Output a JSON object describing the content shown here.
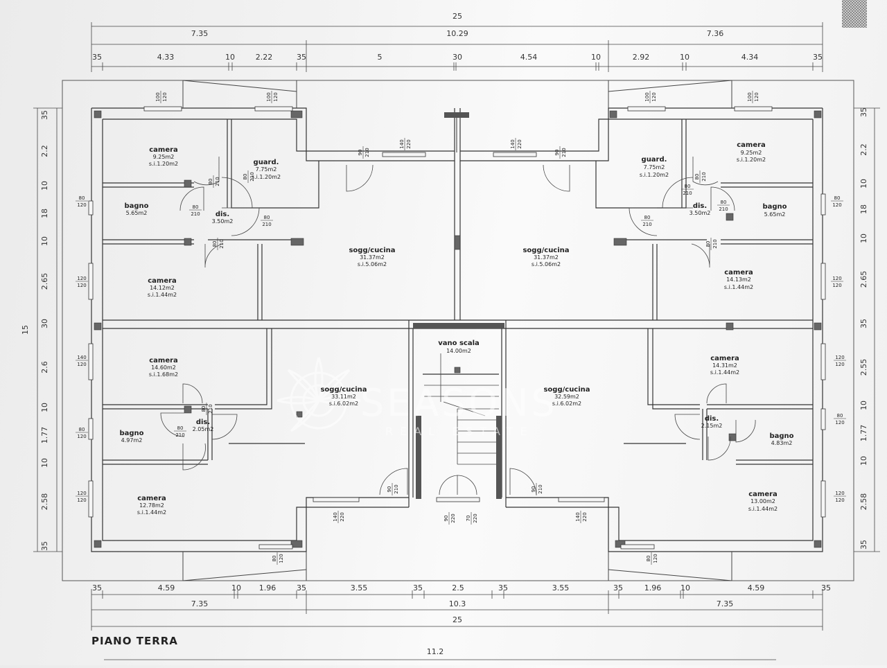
{
  "plan_title": "PIANO TERRA",
  "watermark": {
    "brand": "SEASONS",
    "tagline": "REAL ESTATE"
  },
  "dims_top": {
    "total": "25",
    "row2": [
      "7.35",
      "10.29",
      "7.36"
    ],
    "row3": [
      "35",
      "4.33",
      "10",
      "2.22",
      "35",
      "5",
      "30",
      "4.54",
      "10",
      "2.92",
      "10",
      "4.34",
      "35"
    ]
  },
  "dims_bottom": {
    "row1": [
      "35",
      "4.59",
      "10",
      "1.96",
      "35",
      "3.55",
      "35",
      "2.5",
      "35",
      "3.55",
      "35",
      "1.96",
      "10",
      "4.59",
      "35"
    ],
    "row2": [
      "7.35",
      "10.3",
      "7.35"
    ],
    "total": "25",
    "extra": "11.2"
  },
  "dims_left": {
    "total": "15",
    "segments": [
      "35",
      "2.2",
      "10",
      "18",
      "10",
      "2.65",
      "30",
      "2.6",
      "10",
      "1.77",
      "10",
      "2.58",
      "35"
    ]
  },
  "dims_right": {
    "segments": [
      "35",
      "2.2",
      "10",
      "18",
      "10",
      "2.65",
      "35",
      "2.55",
      "10",
      "1.77",
      "10",
      "2.58",
      "35"
    ]
  },
  "rooms": [
    {
      "name": "camera",
      "area": "9.25m2",
      "si": "s.i.1.20m2"
    },
    {
      "name": "guard.",
      "area": "7.75m2",
      "si": "s.i.1.20m2"
    },
    {
      "name": "bagno",
      "area": "5.65m2",
      "si": ""
    },
    {
      "name": "dis.",
      "area": "3.50m2",
      "si": ""
    },
    {
      "name": "camera",
      "area": "14.12m2",
      "si": "s.i.1.44m2"
    },
    {
      "name": "sogg/cucina",
      "area": "31.37m2",
      "si": "s.i.5.06m2"
    },
    {
      "name": "sogg/cucina",
      "area": "31.37m2",
      "si": "s.i.5.06m2"
    },
    {
      "name": "guard.",
      "area": "7.75m2",
      "si": "s.i.1.20m2"
    },
    {
      "name": "camera",
      "area": "9.25m2",
      "si": "s.i.1.20m2"
    },
    {
      "name": "dis.",
      "area": "3.50m2",
      "si": ""
    },
    {
      "name": "bagno",
      "area": "5.65m2",
      "si": ""
    },
    {
      "name": "camera",
      "area": "14.13m2",
      "si": "s.i.1.44m2"
    },
    {
      "name": "camera",
      "area": "14.60m2",
      "si": "s.i.1.68m2"
    },
    {
      "name": "sogg/cucina",
      "area": "33.11m2",
      "si": "s.i.6.02m2"
    },
    {
      "name": "vano scala",
      "area": "14.00m2",
      "si": ""
    },
    {
      "name": "sogg/cucina",
      "area": "32.59m2",
      "si": "s.i.6.02m2"
    },
    {
      "name": "camera",
      "area": "14.31m2",
      "si": "s.i.1.44m2"
    },
    {
      "name": "bagno",
      "area": "4.97m2",
      "si": ""
    },
    {
      "name": "dis.",
      "area": "2.05m2",
      "si": ""
    },
    {
      "name": "dis.",
      "area": "2.15m2",
      "si": ""
    },
    {
      "name": "bagno",
      "area": "4.83m2",
      "si": ""
    },
    {
      "name": "camera",
      "area": "12.78m2",
      "si": "s.i.1.44m2"
    },
    {
      "name": "camera",
      "area": "13.00m2",
      "si": "s.i.1.44m2"
    }
  ],
  "openings": [
    [
      "100",
      "120"
    ],
    [
      "100",
      "120"
    ],
    [
      "140",
      "220"
    ],
    [
      "140",
      "220"
    ],
    [
      "100",
      "120"
    ],
    [
      "100",
      "120"
    ],
    [
      "90",
      "210"
    ],
    [
      "90",
      "210"
    ],
    [
      "80",
      "210"
    ],
    [
      "80",
      "210"
    ],
    [
      "80",
      "210"
    ],
    [
      "80",
      "210"
    ],
    [
      "80",
      "210"
    ],
    [
      "80",
      "210"
    ],
    [
      "80",
      "120"
    ],
    [
      "80",
      "120"
    ],
    [
      "120",
      "120"
    ],
    [
      "120",
      "120"
    ],
    [
      "80",
      "210"
    ],
    [
      "80",
      "210"
    ],
    [
      "80",
      "210"
    ],
    [
      "80",
      "210"
    ],
    [
      "80",
      "210"
    ],
    [
      "80",
      "210"
    ],
    [
      "140",
      "120"
    ],
    [
      "120",
      "120"
    ],
    [
      "80",
      "120"
    ],
    [
      "80",
      "120"
    ],
    [
      "120",
      "120"
    ],
    [
      "120",
      "120"
    ],
    [
      "140",
      "220"
    ],
    [
      "90",
      "210"
    ],
    [
      "90",
      "220"
    ],
    [
      "70",
      "220"
    ],
    [
      "90",
      "210"
    ],
    [
      "140",
      "220"
    ],
    [
      "80",
      "120"
    ],
    [
      "80",
      "120"
    ]
  ]
}
